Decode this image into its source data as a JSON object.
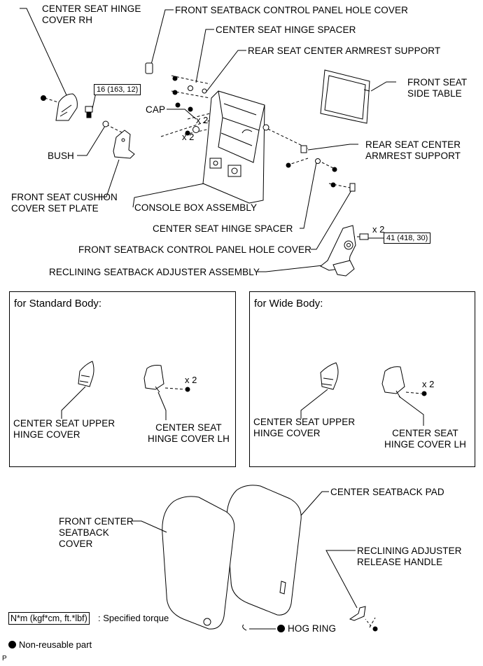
{
  "labels": {
    "center_seat_hinge_cover_rh": "CENTER SEAT HINGE\nCOVER RH",
    "front_seatback_control_panel_hole_cover_top": "FRONT SEATBACK CONTROL PANEL HOLE COVER",
    "center_seat_hinge_spacer_top": "CENTER SEAT HINGE SPACER",
    "rear_seat_center_armrest_support_top": "REAR SEAT CENTER ARMREST SUPPORT",
    "front_seat_side_table": "FRONT SEAT\nSIDE TABLE",
    "cap": "CAP",
    "bush": "BUSH",
    "rear_seat_center_armrest_support_right": "REAR SEAT CENTER\nARMREST SUPPORT",
    "front_seat_cushion_cover_set_plate": "FRONT SEAT CUSHION\nCOVER SET PLATE",
    "console_box_assembly": "CONSOLE BOX ASSEMBLY",
    "center_seat_hinge_spacer_bottom": "CENTER SEAT HINGE SPACER",
    "front_seatback_control_panel_hole_cover_bottom": "FRONT SEATBACK CONTROL PANEL HOLE COVER",
    "reclining_seatback_adjuster_assembly": "RECLINING SEATBACK ADJUSTER ASSEMBLY",
    "center_seatback_pad": "CENTER SEATBACK PAD",
    "front_center_seatback_cover": "FRONT CENTER\nSEATBACK\nCOVER",
    "reclining_adjuster_release_handle": "RECLINING ADJUSTER\nRELEASE HANDLE",
    "hog_ring": "HOG RING"
  },
  "multipliers": {
    "x2": "x 2"
  },
  "torques": {
    "hinge_bolt": "16 (163, 12)",
    "adjuster_bolt": "41 (418, 30)"
  },
  "panels": {
    "standard": {
      "title": "for Standard Body:",
      "upper_hinge_cover": "CENTER SEAT UPPER\nHINGE COVER",
      "hinge_cover_lh": "CENTER SEAT\nHINGE COVER LH"
    },
    "wide": {
      "title": "for Wide Body:",
      "upper_hinge_cover": "CENTER SEAT UPPER\nHINGE COVER",
      "hinge_cover_lh": "CENTER SEAT\nHINGE COVER LH"
    }
  },
  "legend": {
    "torque_units": "N*m (kgf*cm, ft.*lbf)",
    "torque_desc": ": Specified torque",
    "non_reusable": "Non-reusable part"
  },
  "corner_mark": "P"
}
